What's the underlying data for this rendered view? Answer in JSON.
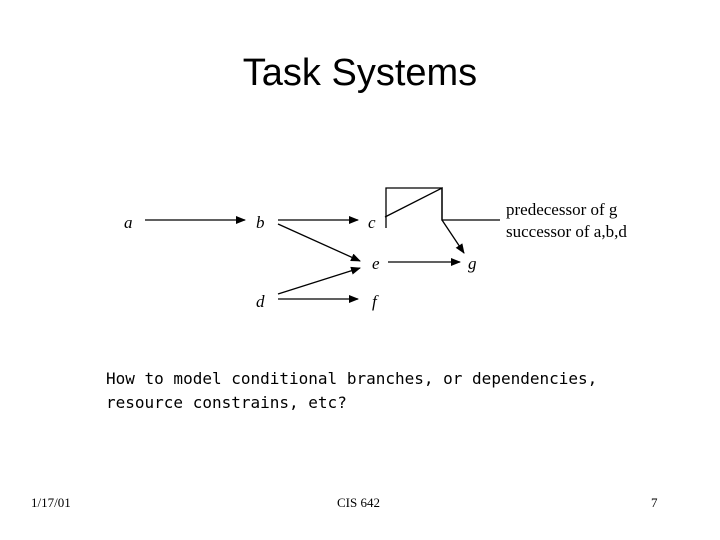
{
  "slide": {
    "title": "Task Systems",
    "note_lines": [
      "predecessor of g",
      "successor of a,b,d"
    ],
    "question_lines": [
      "How to model conditional branches, or dependencies,",
      "resource constrains, etc?"
    ]
  },
  "diagram": {
    "nodes": [
      "a",
      "b",
      "c",
      "d",
      "e",
      "f",
      "g"
    ],
    "edges": [
      [
        "a",
        "b"
      ],
      [
        "b",
        "c"
      ],
      [
        "b",
        "e"
      ],
      [
        "d",
        "e"
      ],
      [
        "d",
        "f"
      ],
      [
        "e",
        "g"
      ],
      [
        "c",
        "g"
      ]
    ]
  },
  "footer": {
    "date": "1/17/01",
    "course": "CIS 642",
    "page": "7"
  }
}
